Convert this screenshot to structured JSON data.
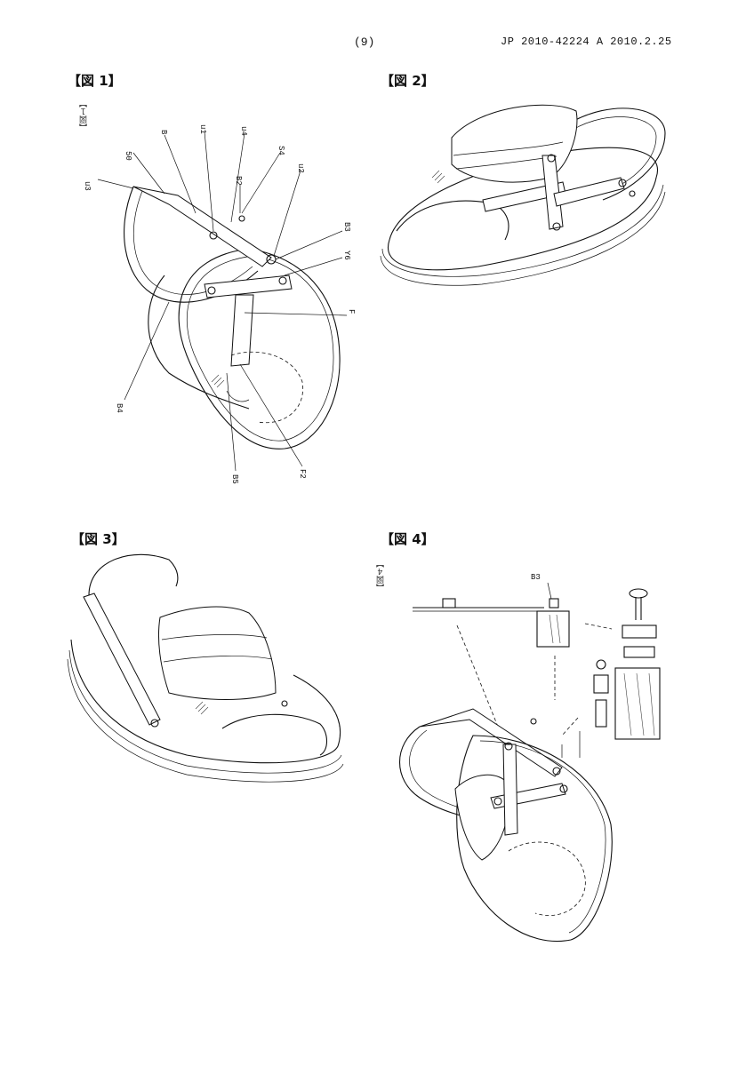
{
  "header": {
    "page_number": "(9)",
    "publication": "JP  2010-42224  A  2010.2.25"
  },
  "figures": {
    "fig1": {
      "label": "【図 1】",
      "margin_note": "【図１】",
      "refs": [
        "u3",
        "50",
        "B",
        "u1",
        "u4",
        "S4",
        "B2",
        "u2",
        "B3",
        "Y6",
        "F",
        "B4",
        "B5",
        "F2"
      ]
    },
    "fig2": {
      "label": "【図 2】"
    },
    "fig3": {
      "label": "【図 3】"
    },
    "fig4": {
      "label": "【図 4】",
      "margin_note": "【図４】",
      "refs": [
        "B3"
      ]
    }
  }
}
